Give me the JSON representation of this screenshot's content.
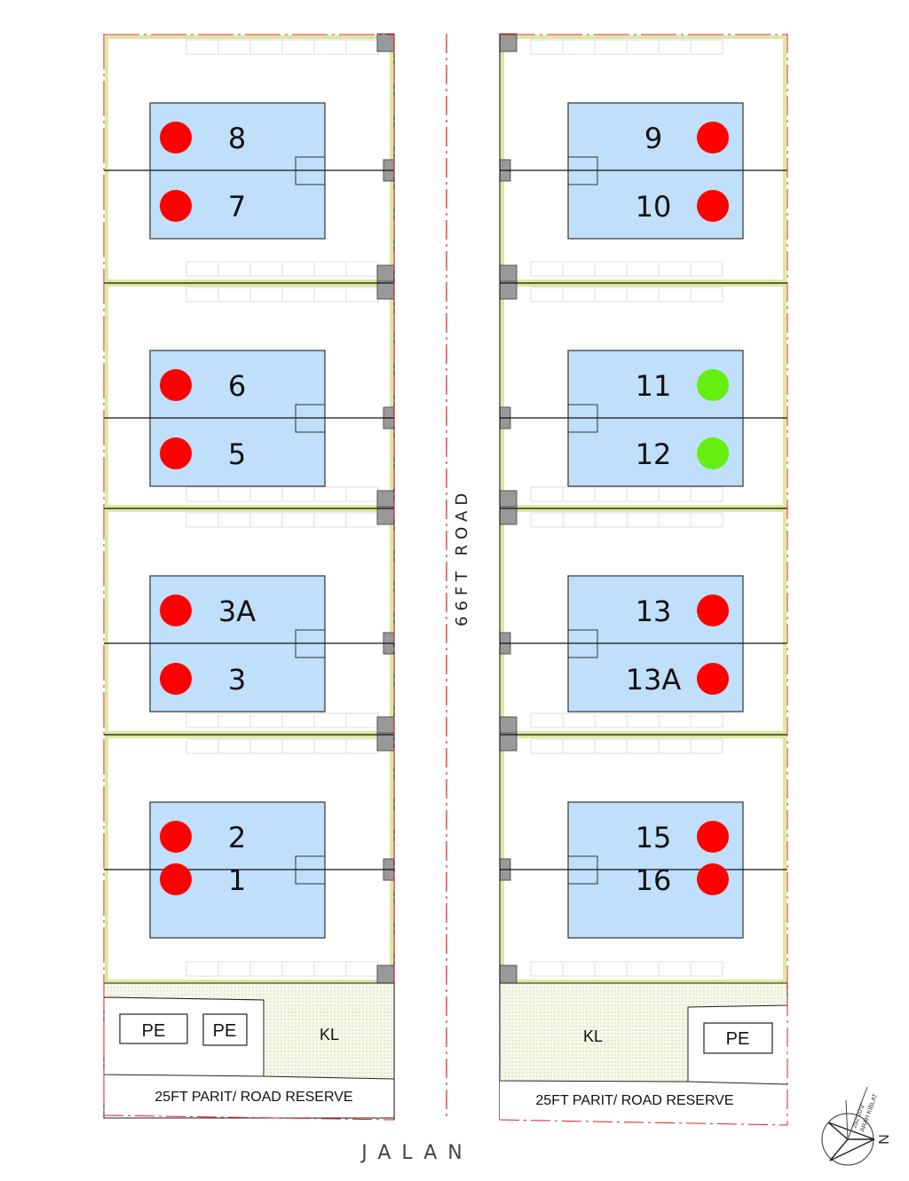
{
  "road_label": "66FT ROAD",
  "bottom_road_label": "JALAN",
  "colors": {
    "building": "#bfdffb",
    "sold": "#ff0000",
    "available": "#66ee11",
    "boundary": "#e02020",
    "buffer": "#dde8a0"
  },
  "left_lots": [
    {
      "top": {
        "label": "8",
        "status": "sold"
      },
      "bottom": {
        "label": "7",
        "status": "sold"
      }
    },
    {
      "top": {
        "label": "6",
        "status": "sold"
      },
      "bottom": {
        "label": "5",
        "status": "sold"
      }
    },
    {
      "top": {
        "label": "3A",
        "status": "sold"
      },
      "bottom": {
        "label": "3",
        "status": "sold"
      }
    },
    {
      "top": {
        "label": "2",
        "status": "sold"
      },
      "bottom": {
        "label": "1",
        "status": "sold"
      }
    }
  ],
  "right_lots": [
    {
      "top": {
        "label": "9",
        "status": "sold"
      },
      "bottom": {
        "label": "10",
        "status": "sold"
      }
    },
    {
      "top": {
        "label": "11",
        "status": "available"
      },
      "bottom": {
        "label": "12",
        "status": "available"
      }
    },
    {
      "top": {
        "label": "13",
        "status": "sold"
      },
      "bottom": {
        "label": "13A",
        "status": "sold"
      }
    },
    {
      "top": {
        "label": "15",
        "status": "sold"
      },
      "bottom": {
        "label": "16",
        "status": "sold"
      }
    }
  ],
  "bottom_left": {
    "pe1": "PE",
    "pe2": "PE",
    "kl": "KL",
    "reserve": "25FT PARIT/ ROAD RESERVE"
  },
  "bottom_right": {
    "pe": "PE",
    "kl": "KL",
    "reserve": "25FT PARIT/ ROAD RESERVE"
  },
  "compass": {
    "north": "N",
    "qibla": "ARAH KIBLAT",
    "bearing": "292°20'0\""
  }
}
